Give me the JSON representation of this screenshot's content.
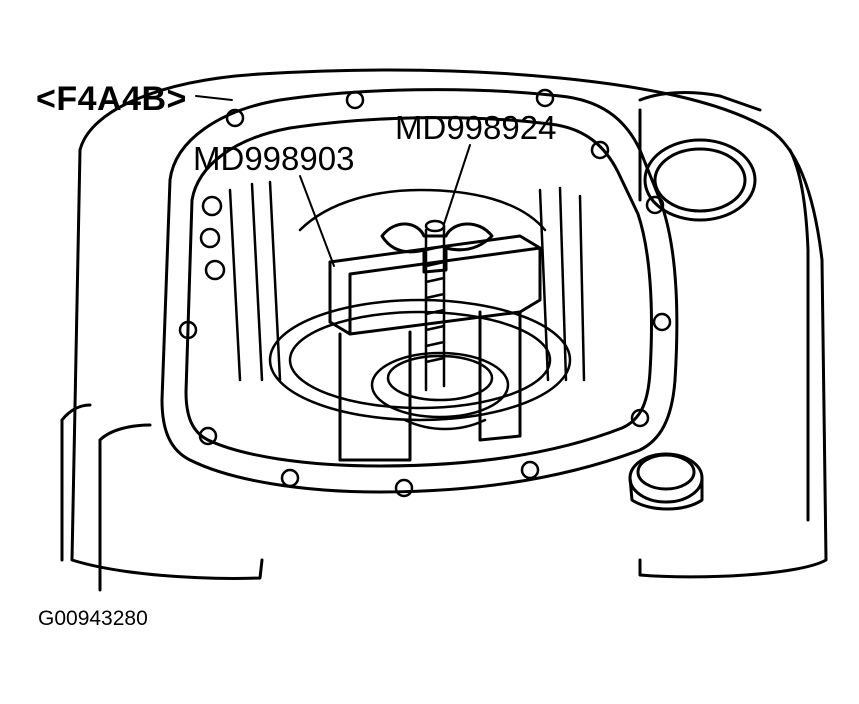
{
  "labels": {
    "model": "<F4A4B>",
    "tool_1": "MD998903",
    "tool_2": "MD998924",
    "figure_id": "G00943280"
  },
  "colors": {
    "ink": "#000000",
    "paper": "#ffffff"
  }
}
